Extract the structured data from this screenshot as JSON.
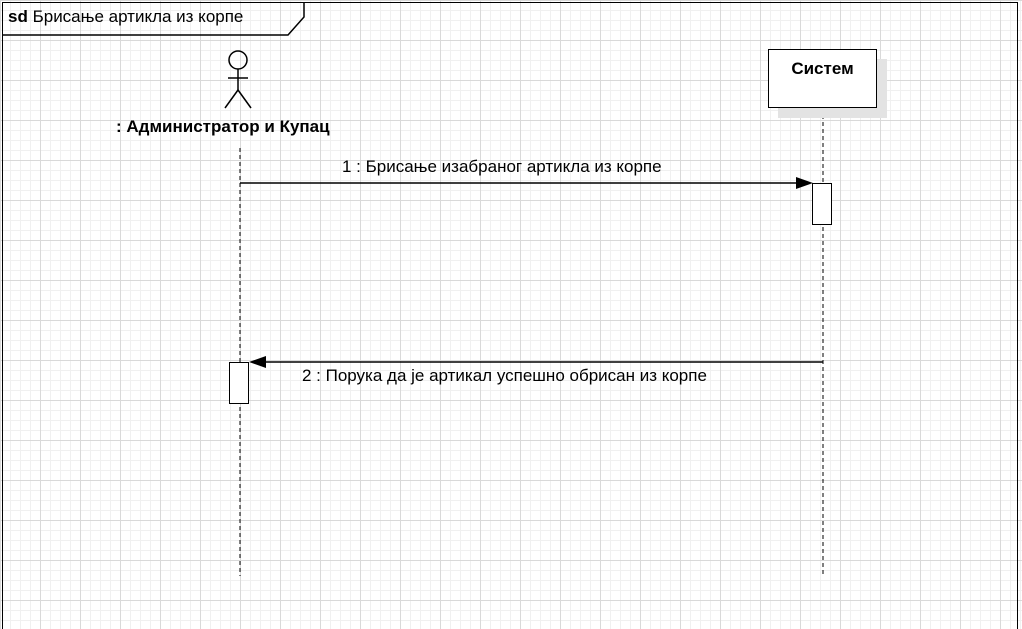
{
  "frame": {
    "keyword": "sd",
    "title": "Брисање артикла из корпе"
  },
  "actor": {
    "label": ": Администратор и Купац",
    "icon": "stick-figure"
  },
  "system": {
    "label": "Систем"
  },
  "messages": [
    {
      "label": "1 : Брисање изабраног артикла из корпе",
      "from": "actor",
      "to": "system"
    },
    {
      "label": "2 : Порука да је артикал успешно обрисан из корпе",
      "from": "system",
      "to": "actor"
    }
  ],
  "colors": {
    "line": "#000000",
    "grid_major": "#d9d9d9",
    "grid_minor": "#f0f0f0",
    "shadow": "#e3e3e3"
  }
}
